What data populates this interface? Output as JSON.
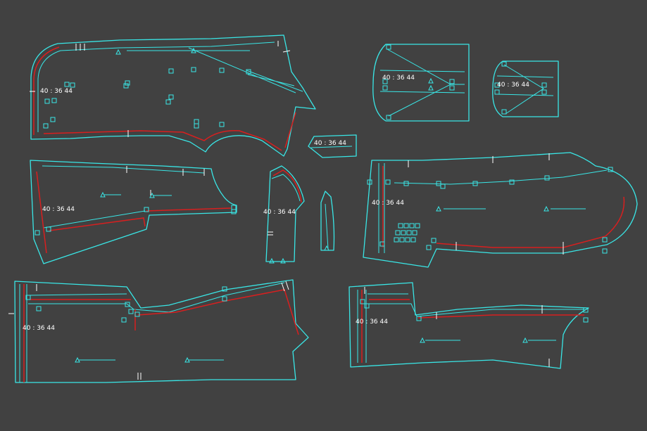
{
  "canvas": {
    "background": "#414141",
    "outline_color": "#39e6e6",
    "seam_color": "#d81f1f",
    "label_color": "#ffffff"
  },
  "pieces": [
    {
      "id": "front-panel",
      "size_label": "40 : 36 44"
    },
    {
      "id": "pocket-flap",
      "size_label": "40 : 36 44"
    },
    {
      "id": "lining-large",
      "size_label": "40 : 36 44"
    },
    {
      "id": "lining-small",
      "size_label": "40 : 36 44"
    },
    {
      "id": "back-panel",
      "size_label": "40 : 36 44"
    },
    {
      "id": "collar-band",
      "size_label": "40 : 36 44"
    },
    {
      "id": "sleeve-top",
      "size_label": "40 : 36 44"
    },
    {
      "id": "trouser-front",
      "size_label": "40 : 36 44"
    },
    {
      "id": "trouser-back",
      "size_label": "40 : 36 44"
    }
  ]
}
